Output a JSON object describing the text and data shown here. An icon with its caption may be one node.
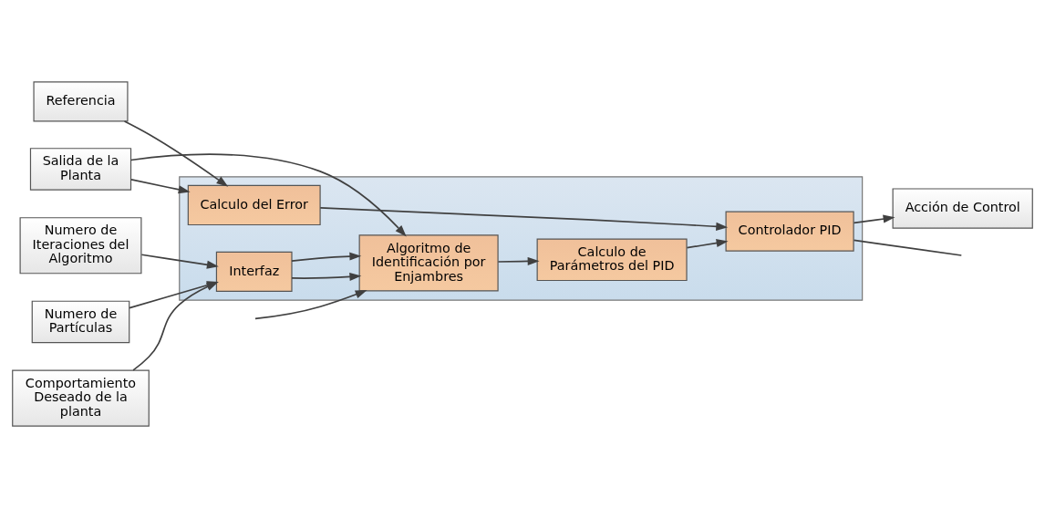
{
  "diagram": {
    "nodes": [
      {
        "text": [],
        "shape": "box"
      },
      {
        "text": [
          "Referencia"
        ]
      },
      {
        "text": [
          "Salida de la Planta"
        ]
      },
      {
        "text": [
          "Numero de Iteraciones del Algoritmo"
        ]
      },
      {
        "text": [
          "Numero de Partículas"
        ]
      },
      {
        "text": [
          "Comportamiento Deseado de la planta"
        ]
      },
      {
        "text": [
          "Calculo del Error"
        ],
        "in": 0
      },
      {
        "text": [
          "Interfaz"
        ],
        "in": 0
      },
      {
        "text": [
          "Algoritmo de Identificación por Enjambres"
        ],
        "in": 0
      },
      {
        "text": [
          "Calculo de Parámetros del PID"
        ],
        "in": 0
      },
      {
        "text": [
          "Controlador PID"
        ],
        "in": 0
      },
      {
        "text": [
          "Acción de Control"
        ]
      }
    ],
    "edges": [
      {
        "from": 1,
        "to": 6,
        "arrow": "to"
      },
      {
        "from": 2,
        "to": 6,
        "arrow": "to"
      },
      {
        "from": 2,
        "to": 8,
        "arrow": "to"
      },
      {
        "from": 3,
        "to": 7,
        "arrow": "to"
      },
      {
        "from": 4,
        "to": 7,
        "arrow": "to"
      },
      {
        "from": 5,
        "to": 7,
        "arrow": "to"
      },
      {
        "from": 7,
        "to": 8,
        "arrow": "to"
      },
      {
        "from": 7,
        "to": 8,
        "arrow": "to"
      },
      {
        "from": null,
        "to": 8,
        "arrow": "to"
      },
      {
        "from": 6,
        "to": 10,
        "arrow": "to"
      },
      {
        "from": 8,
        "to": 9,
        "arrow": "to"
      },
      {
        "from": 9,
        "to": 10,
        "arrow": "to"
      },
      {
        "from": 10,
        "to": 11,
        "arrow": "to"
      },
      {
        "from": 10,
        "to": null,
        "arrow": "none"
      }
    ]
  }
}
